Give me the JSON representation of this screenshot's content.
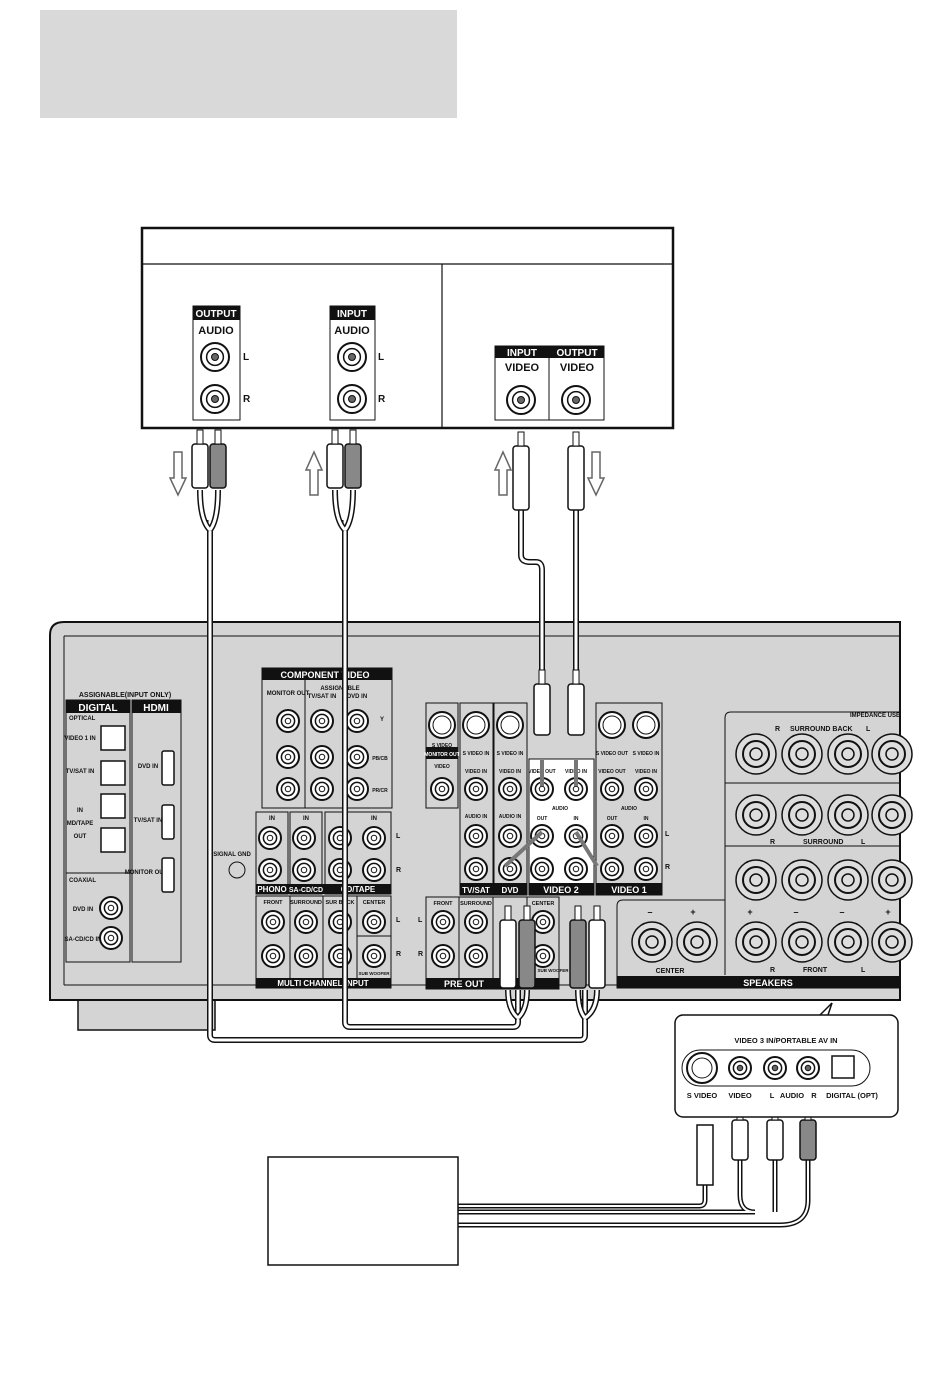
{
  "device": {
    "output_label": "OUTPUT",
    "input_label": "INPUT",
    "audio": "AUDIO",
    "video": "VIDEO",
    "l": "L",
    "r": "R"
  },
  "receiver": {
    "assignable": "ASSIGNABLE(INPUT ONLY)",
    "digital": "DIGITAL",
    "hdmi": "HDMI",
    "optical": "OPTICAL",
    "video1_in": "VIDEO 1 IN",
    "tvsat_in": "TV/SAT IN",
    "in": "IN",
    "mdtape": "MD/TAPE",
    "out": "OUT",
    "coaxial": "COAXIAL",
    "dvd_in": "DVD IN",
    "sacd_in": "SA-CD/CD IN",
    "hdmi_dvd_in": "DVD IN",
    "hdmi_tvsat_in": "TV/SAT IN",
    "hdmi_monitor_out": "MONITOR OUT",
    "component_video": "COMPONENT VIDEO",
    "monitor_out": "MONITOR OUT",
    "comp_assignable": "ASSIGNABLE",
    "comp_tvsat_in": "TV/SAT IN",
    "comp_dvd_in": "DVD IN",
    "y": "Y",
    "pb": "PB/CB",
    "pr": "PR/CR",
    "signal_gnd": "SIGNAL GND",
    "phono": "PHONO",
    "sacd": "SA-CD/CD",
    "cdtape": "CD/TAPE",
    "mc_front": "FRONT",
    "mc_surround": "SURROUND",
    "mc_surback": "SUR BACK",
    "mc_center": "CENTER",
    "subwoofer": "SUB WOOFER",
    "multi_channel_input": "MULTI CHANNEL INPUT",
    "s_video": "S VIDEO",
    "s_video_in": "S VIDEO IN",
    "s_video_out": "S VIDEO OUT",
    "monitor_out_box": "MONITOR OUT",
    "video": "VIDEO",
    "video_in": "VIDEO IN",
    "video_out": "VIDEO OUT",
    "audio_in": "AUDIO IN",
    "audio": "AUDIO",
    "tvsat": "TV/SAT",
    "dvd": "DVD",
    "video2": "VIDEO 2",
    "video1": "VIDEO 1",
    "pre_out": "PRE OUT",
    "l": "L",
    "r": "R",
    "impedance": "IMPEDANCE USE",
    "surround_back": "SURROUND BACK",
    "surround": "SURROUND",
    "front": "FRONT",
    "center": "CENTER",
    "speakers": "SPEAKERS",
    "plus": "+",
    "minus": "–"
  },
  "front_panel": {
    "title": "VIDEO 3 IN/PORTABLE AV IN",
    "s_video": "S VIDEO",
    "video": "VIDEO",
    "l": "L",
    "audio": "AUDIO",
    "r": "R",
    "digital": "DIGITAL (OPT)"
  }
}
